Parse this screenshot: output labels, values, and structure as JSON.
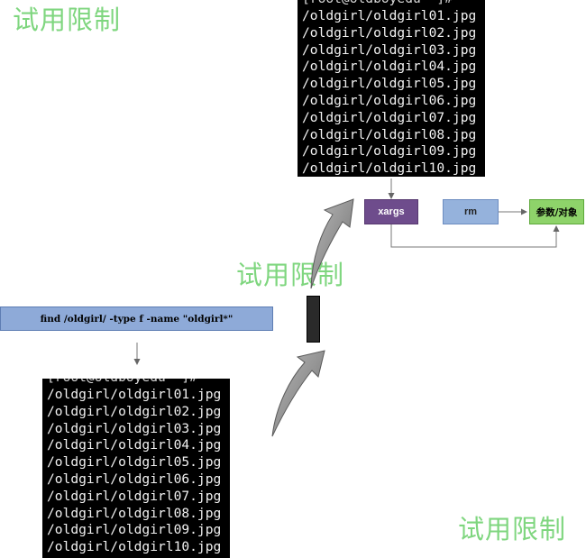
{
  "watermark": "试用限制",
  "find_command": "find /oldgirl/ -type f -name \"oldgirl*\"",
  "terminal_top": {
    "prompt": "[root@oldboyedu ~]#",
    "lines": [
      "/oldgirl/oldgirl01.jpg",
      "/oldgirl/oldgirl02.jpg",
      "/oldgirl/oldgirl03.jpg",
      "/oldgirl/oldgirl04.jpg",
      "/oldgirl/oldgirl05.jpg",
      "/oldgirl/oldgirl06.jpg",
      "/oldgirl/oldgirl07.jpg",
      "/oldgirl/oldgirl08.jpg",
      "/oldgirl/oldgirl09.jpg",
      "/oldgirl/oldgirl10.jpg"
    ]
  },
  "terminal_bottom": {
    "prompt": "[root@oldboyedu ~]#",
    "lines": [
      "/oldgirl/oldgirl01.jpg",
      "/oldgirl/oldgirl02.jpg",
      "/oldgirl/oldgirl03.jpg",
      "/oldgirl/oldgirl04.jpg",
      "/oldgirl/oldgirl05.jpg",
      "/oldgirl/oldgirl06.jpg",
      "/oldgirl/oldgirl07.jpg",
      "/oldgirl/oldgirl08.jpg",
      "/oldgirl/oldgirl09.jpg",
      "/oldgirl/oldgirl10.jpg"
    ]
  },
  "nodes": {
    "xargs": "xargs",
    "rm": "rm",
    "param": "参数/对象"
  },
  "colors": {
    "watermark": "#7fd67f",
    "find_box": "#8eaad8",
    "xargs_box": "#6e4c8c",
    "rm_box": "#95b2dc",
    "param_box": "#8ed36a",
    "curved_arrow": "#8a8a8a"
  }
}
